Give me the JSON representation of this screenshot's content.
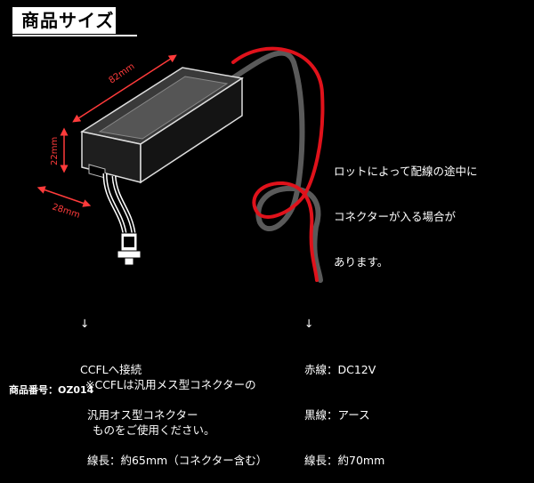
{
  "page": {
    "title": "商品サイズ",
    "product_code": "商品番号：OZ014"
  },
  "dimensions": {
    "length": "82mm",
    "height": "22mm",
    "width": "28mm"
  },
  "wire_note": {
    "line1": "ロットによって配線の途中に",
    "line2": "コネクターが入る場合が",
    "line3": "あります。"
  },
  "connector_spec": {
    "arrow": "↓",
    "line1": "CCFLへ接続",
    "line2": "  汎用オス型コネクター",
    "line3": "  線長：約65mm（コネクター含む）"
  },
  "usage_note": {
    "line1": "※CCFLは汎用メス型コネクターの",
    "line2": "  ものをご使用ください。"
  },
  "cable_spec": {
    "arrow": "↓",
    "line1": "赤線：DC12V",
    "line2": "黒線：アース",
    "line3": "線長：約70mm"
  },
  "colors": {
    "wire_red": "#e0121b",
    "wire_black": "#5a5a5a",
    "dimension": "#ff3b3b"
  }
}
